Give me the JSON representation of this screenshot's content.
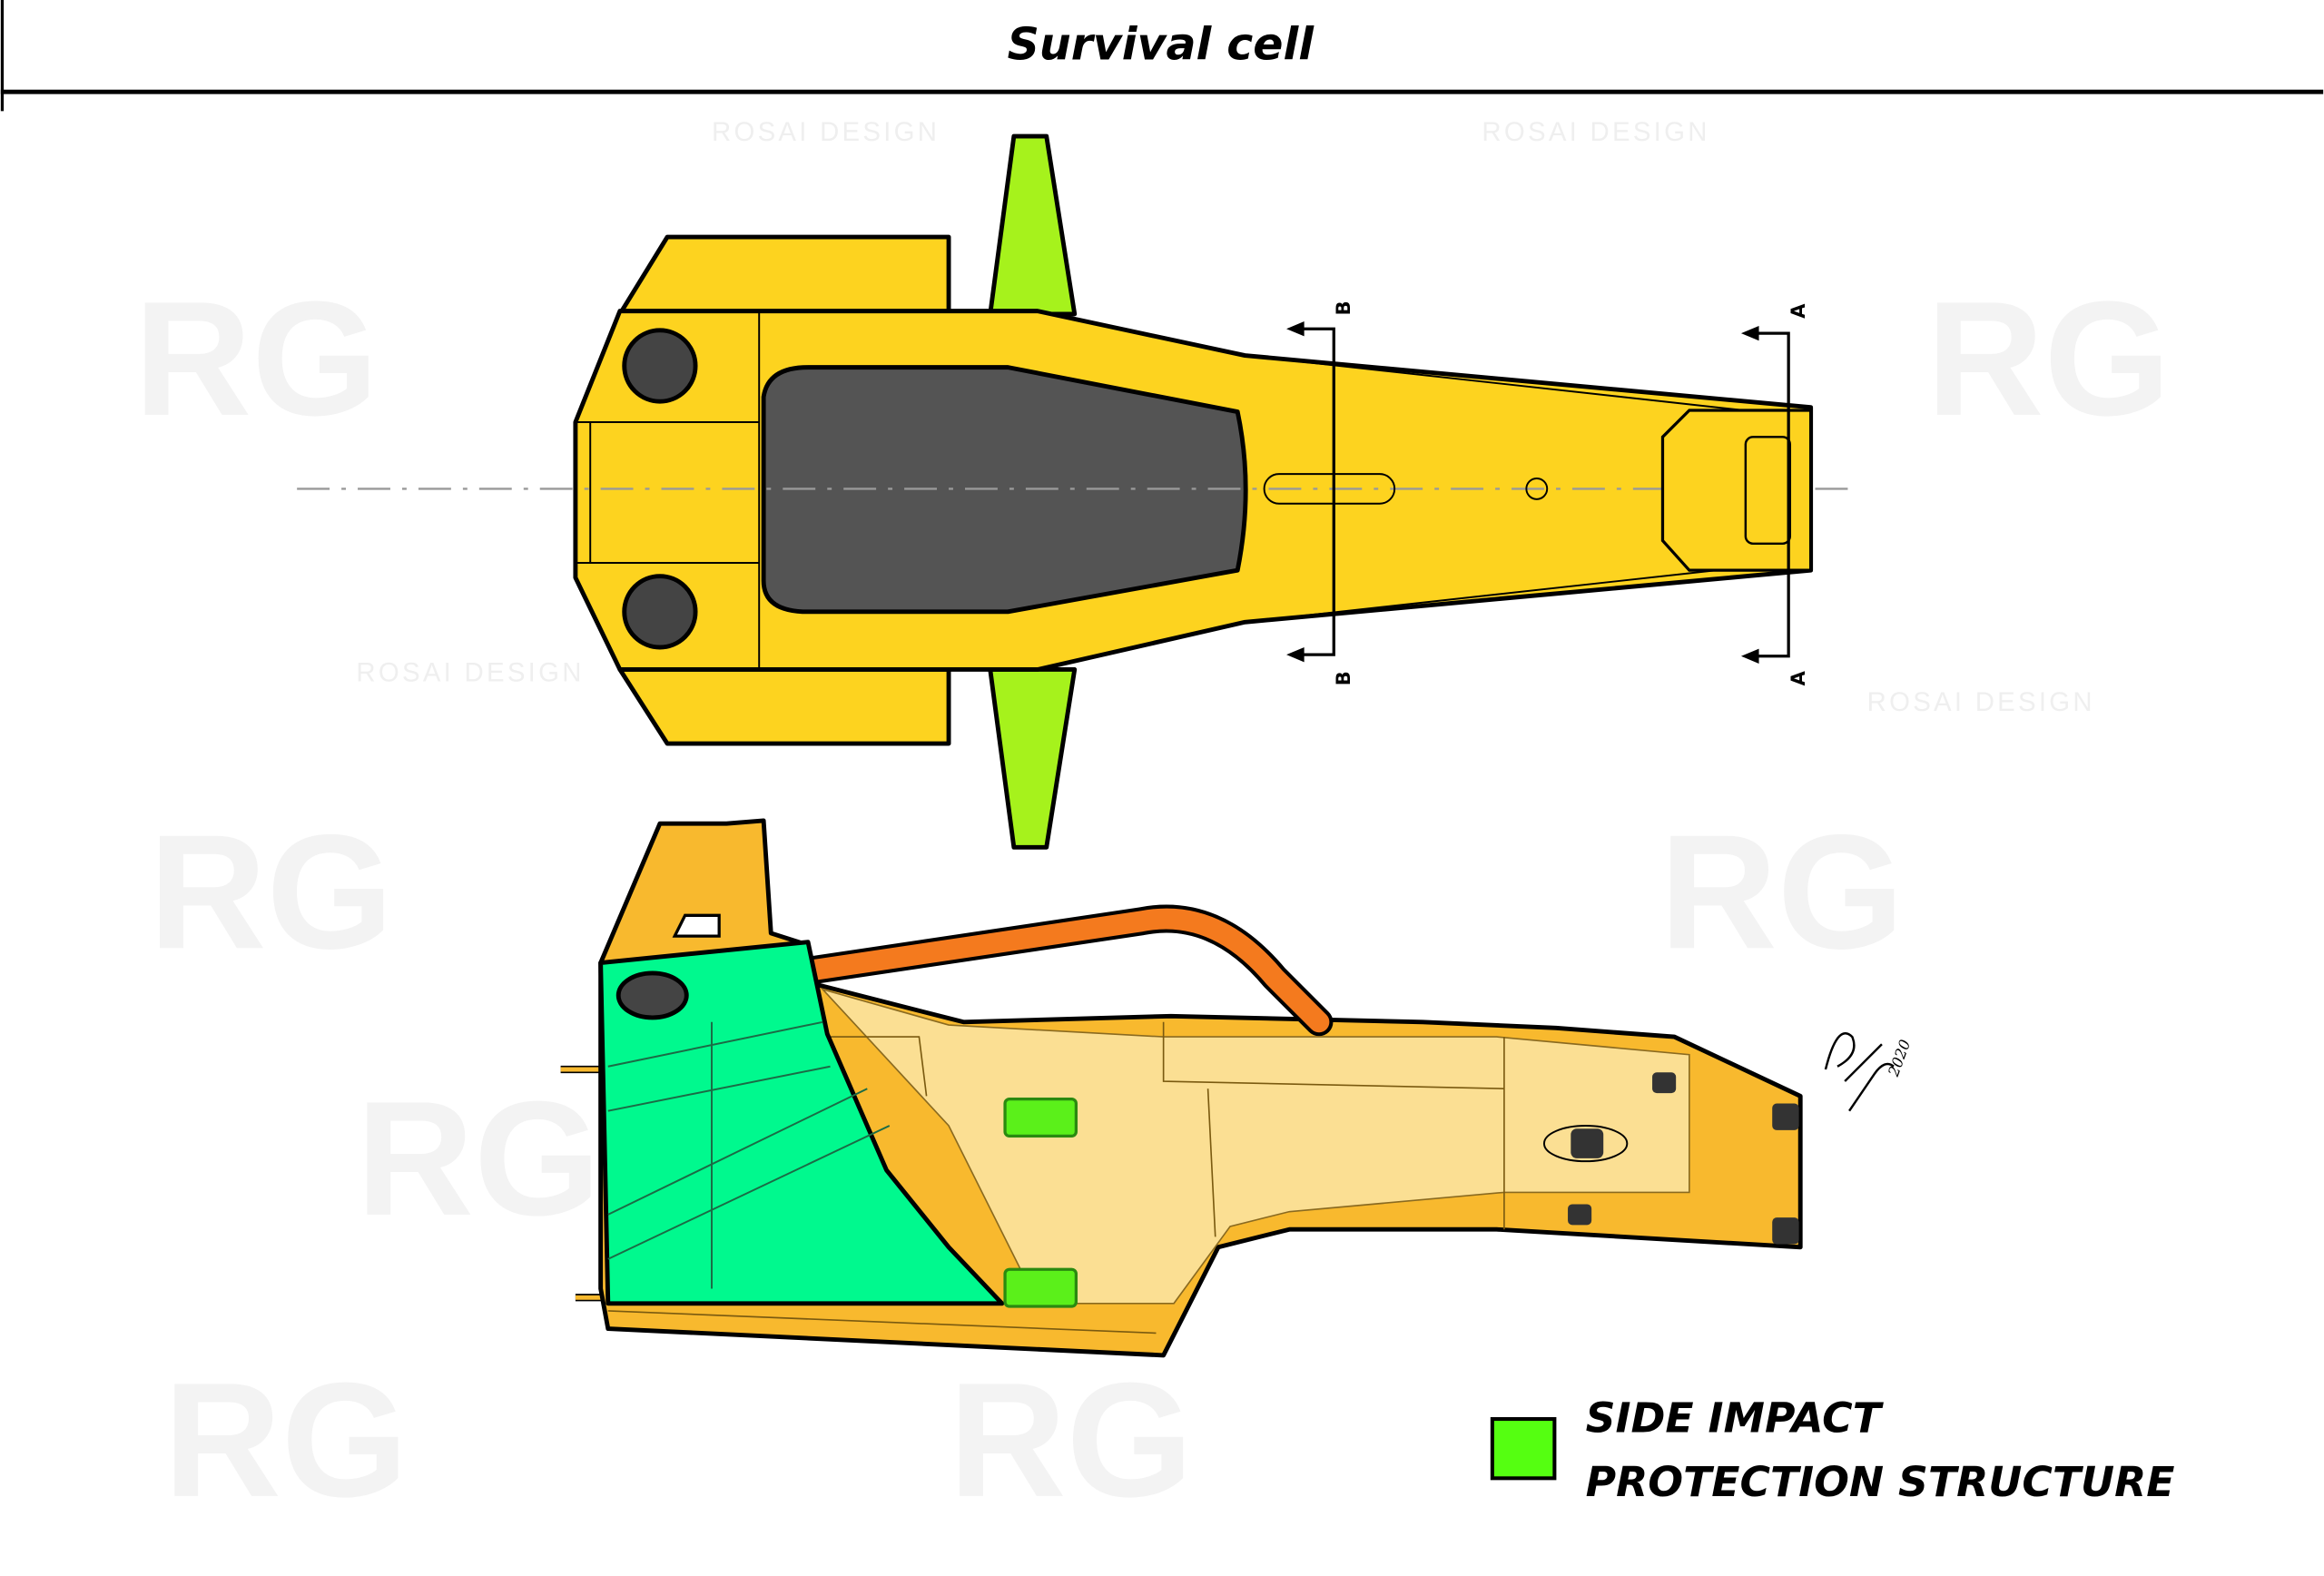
{
  "title": "Survival cell",
  "legend": {
    "line1": "SIDE IMPACT",
    "line2": "PROTECTION STRUCTURE",
    "color": "#55FF11"
  },
  "sections": {
    "a": "A",
    "b": "B"
  },
  "signature_year": "2020",
  "watermark": {
    "logo": "RG",
    "text": "ROSAI DESIGN"
  },
  "colors": {
    "body_top": "#FDD31F",
    "body_side": "#F8B92E",
    "body_side_inner": "#FBDF93",
    "impact_zone": "#00F98E",
    "halo": "#F47A1E",
    "cockpit": "#545454"
  }
}
